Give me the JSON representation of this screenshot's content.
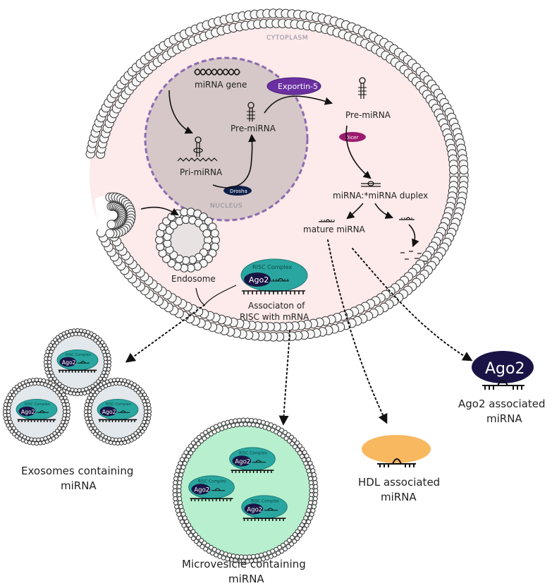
{
  "regions": {
    "cytoplasm": "CYTOPLASM",
    "nucleus": "NUCLEUS"
  },
  "labels": {
    "mirna_gene": "miRNA gene",
    "pri_mirna": "Pri-miRNA",
    "pre_mirna_nucleus": "Pre-miRNA",
    "drosha": "Drosha",
    "exportin": "Exportin-5",
    "pre_mirna_cyto": "Pre-miRNA",
    "dicer": "Dicer",
    "duplex": "miRNA:*miRNA duplex",
    "mature": "mature miRNA",
    "endosome": "Endosome",
    "risc_assoc_line1": "Associaton of",
    "risc_assoc_line2": "RISC with mRNA"
  },
  "risc": {
    "complex": "RISC Complex",
    "ago2": "Ago2"
  },
  "outputs": {
    "exosomes_line1": "Exosomes containing",
    "exosomes_line2": "miRNA",
    "microvesicle_line1": "Microvesicle containing",
    "microvesicle_line2": "miRNA",
    "hdl_line1": "HDL associated",
    "hdl_line2": "miRNA",
    "ago2_line1": "Ago2 associated",
    "ago2_line2": "miRNA",
    "ago2_free": "Ago2"
  },
  "colors": {
    "cytoplasm_fill": "#fdeaea",
    "membrane_bead": "#f7f7f7",
    "nucleus_fill": "#d6c8c8",
    "nucleus_border": "#8b6bb0",
    "exportin": "#6a2fa0",
    "dicer": "#9c1b6e",
    "drosha": "#0f1f4a",
    "ago2": "#1a1446",
    "risc_teal": "#2aa6a0",
    "microvesicle_fill": "#b8f0cf",
    "exosome_fill": "#e3e8ec",
    "hdl_fill": "#f7b860"
  }
}
